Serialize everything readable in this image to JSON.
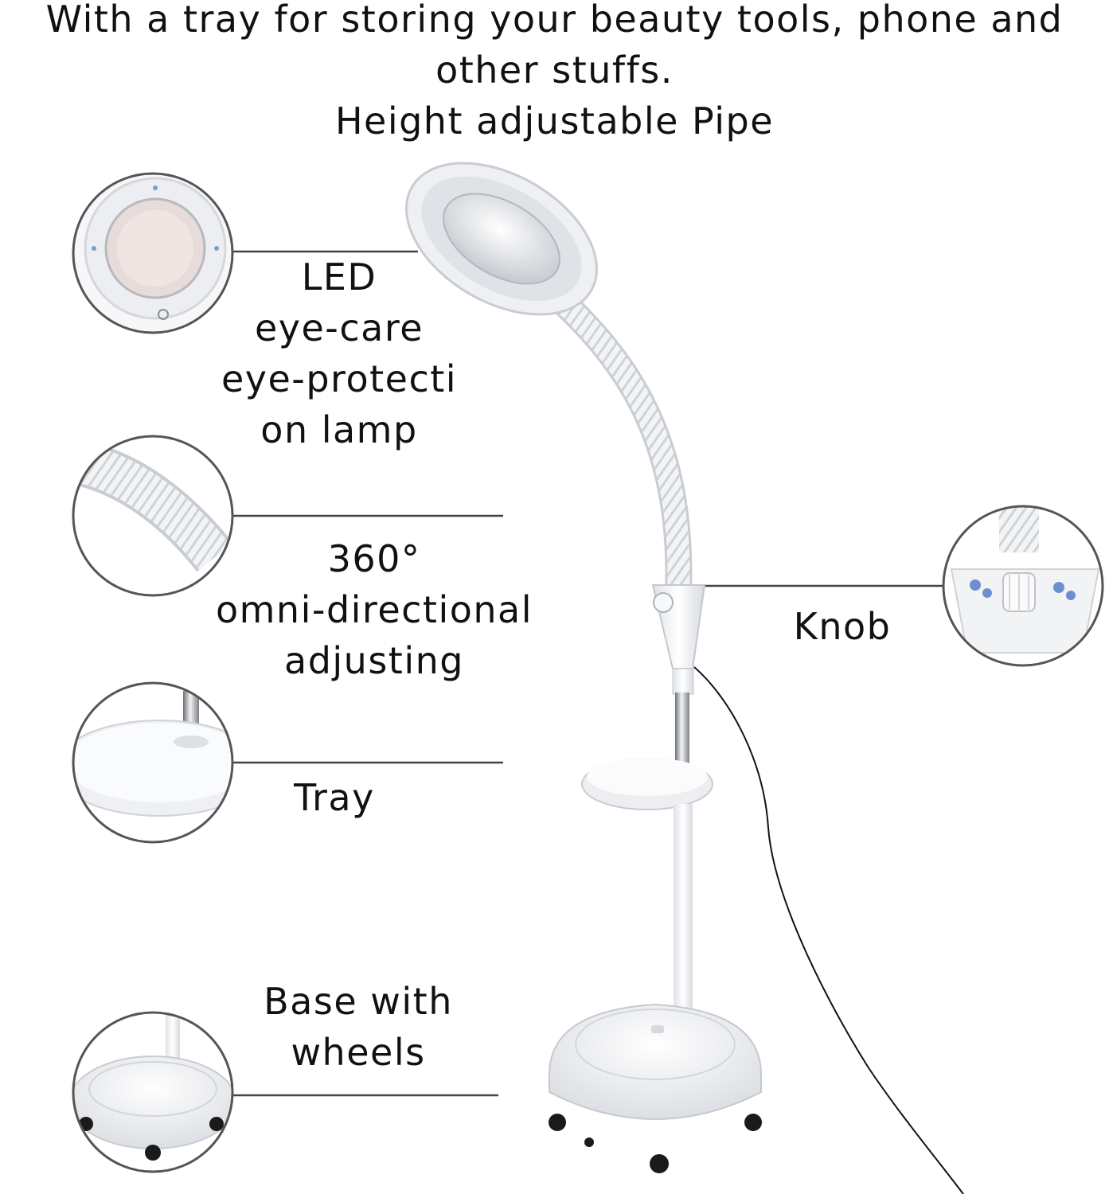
{
  "header": {
    "line1": "With a tray for storing your beauty tools, phone and",
    "line2": "other stuffs.",
    "line3": "Height adjustable Pipe"
  },
  "callouts": {
    "led": {
      "line1": "LED",
      "line2": "eye-care",
      "line3": "eye-protecti",
      "line4": "on lamp"
    },
    "neck": {
      "line1": "360°",
      "line2": "omni-directional",
      "line3": "adjusting"
    },
    "knob": {
      "line1": "Knob"
    },
    "tray": {
      "line1": "Tray"
    },
    "base": {
      "line1": "Base with",
      "line2": "wheels"
    }
  },
  "colors": {
    "text": "#111111",
    "circle_border": "#555555",
    "leader_line": "#444444",
    "lamp_white": "#f4f5f7",
    "lamp_shadow": "#c9ccd2",
    "chrome": "#9aa0a6",
    "wheels": "#1a1a1a",
    "cord": "#111111"
  },
  "icons": [
    "led-lamp-closeup-icon",
    "gooseneck-closeup-icon",
    "tray-closeup-icon",
    "base-wheels-closeup-icon",
    "knob-closeup-icon",
    "floor-lamp-icon"
  ]
}
